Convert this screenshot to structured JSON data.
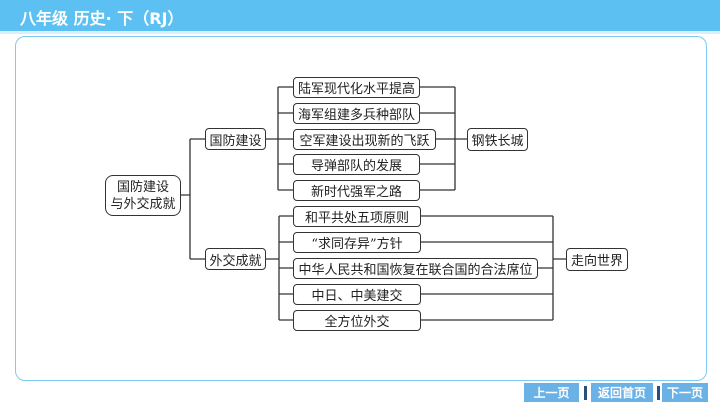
{
  "header": {
    "title": "八年级 历史· 下（RJ）"
  },
  "diagram": {
    "root": {
      "line1": "国防建设",
      "line2": "与外交成就"
    },
    "defense": {
      "label": "国防建设",
      "items": [
        "陆军现代化水平提高",
        "海军组建多兵种部队",
        "空军建设出现新的飞跃",
        "导弹部队的发展",
        "新时代强军之路"
      ],
      "summary": "钢铁长城"
    },
    "diplomacy": {
      "label": "外交成就",
      "items": [
        "和平共处五项原则",
        "“求同存异”方针",
        "中华人民共和国恢复在联合国的合法席位",
        "中日、中美建交",
        "全方位外交"
      ],
      "summary": "走向世界"
    }
  },
  "nav": {
    "prev": "上一页",
    "home": "返回首页",
    "next": "下一页"
  }
}
